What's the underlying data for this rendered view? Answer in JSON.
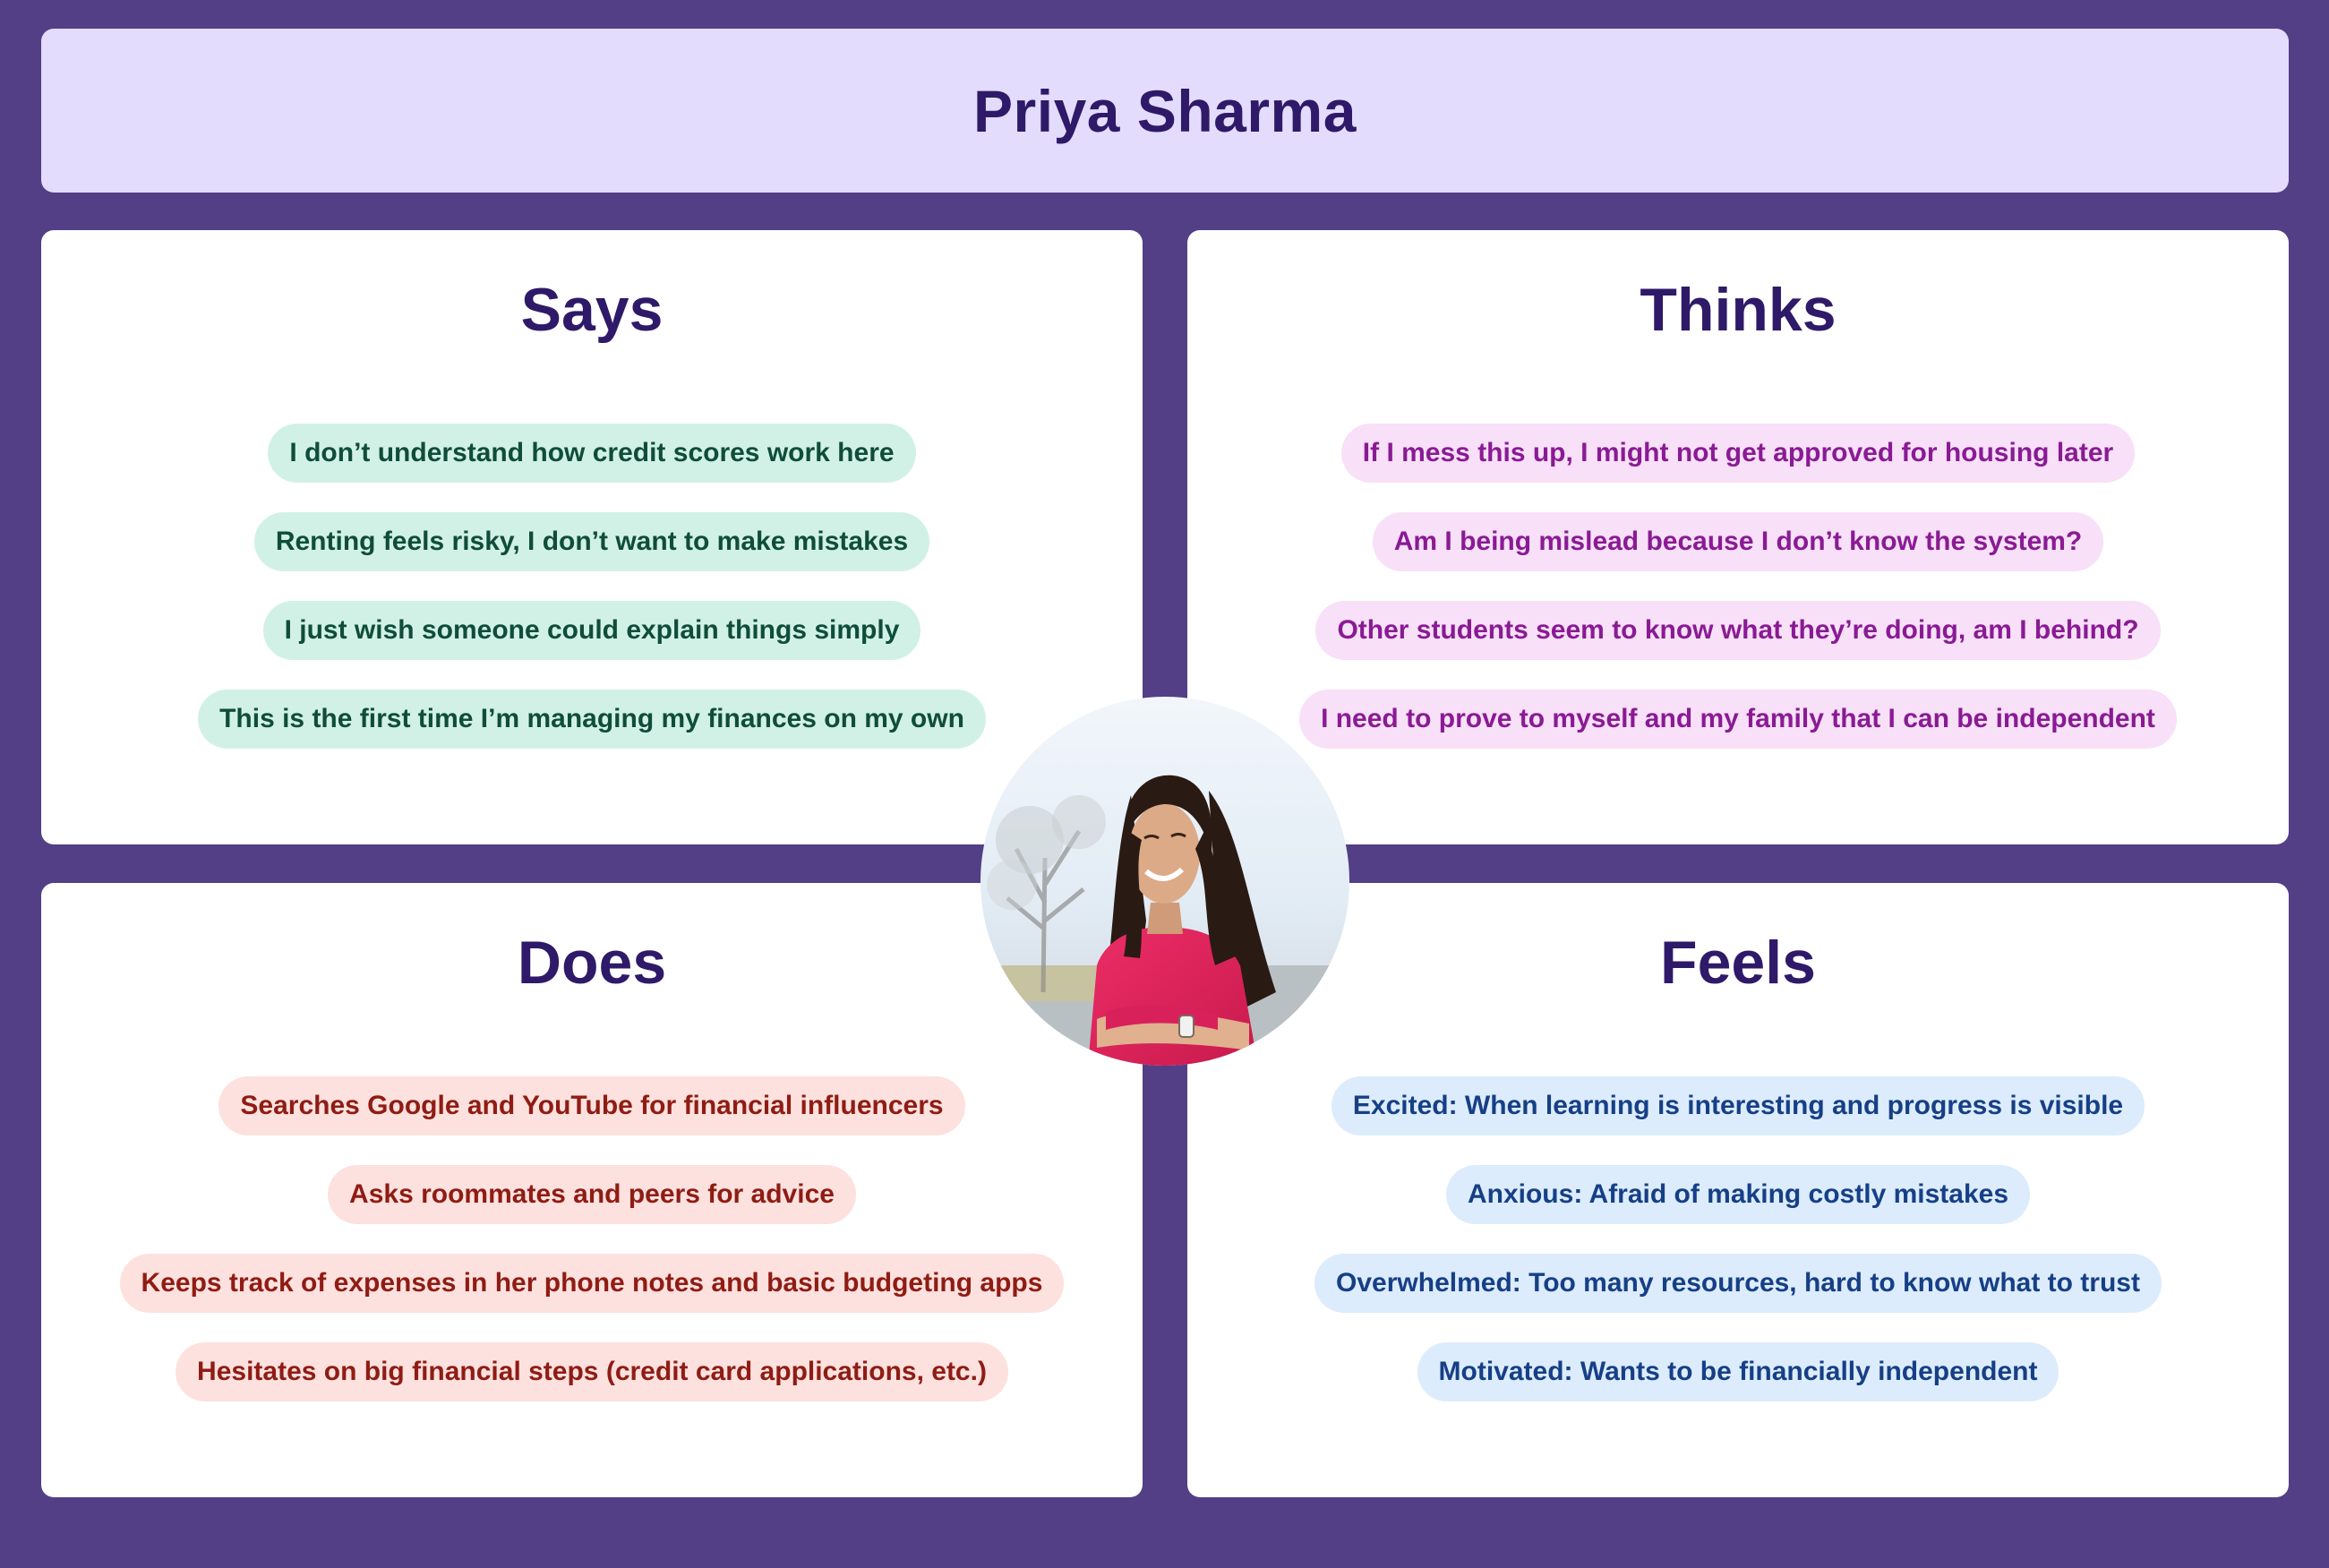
{
  "persona": {
    "name": "Priya Sharma"
  },
  "quadrants": {
    "says": {
      "title": "Says",
      "items": [
        "I don’t understand how credit scores work here",
        "Renting feels risky, I don’t want to make mistakes",
        "I just wish someone could explain things simply",
        "This is the first time I’m managing my finances on my own"
      ]
    },
    "thinks": {
      "title": "Thinks",
      "items": [
        "If I mess this up, I might not get approved for housing later",
        "Am I being mislead because I don’t know the system?",
        "Other students seem to know what they’re doing, am I behind?",
        "I need to prove to myself and my family that I can be independent"
      ]
    },
    "does": {
      "title": "Does",
      "items": [
        "Searches Google and YouTube for financial influencers",
        "Asks roommates and peers for advice",
        "Keeps track of expenses in her phone notes and basic budgeting apps",
        "Hesitates on big financial steps (credit card applications, etc.)"
      ]
    },
    "feels": {
      "title": "Feels",
      "items": [
        "Excited: When learning is interesting and progress is visible",
        "Anxious: Afraid of making costly mistakes",
        "Overwhelmed: Too many resources, hard to know what to trust",
        "Motivated: Wants to be financially independent"
      ]
    }
  },
  "colors": {
    "frame": "#523f85",
    "header_bg": "#e3dcfd",
    "title": "#2e1a68",
    "says_pill": "#d2f1e6",
    "says_text": "#0f4d3a",
    "thinks_pill": "#f7e0f8",
    "thinks_text": "#8a1a94",
    "does_pill": "#fde1de",
    "does_text": "#8f1c14",
    "feels_pill": "#dcecfc",
    "feels_text": "#163f86"
  }
}
